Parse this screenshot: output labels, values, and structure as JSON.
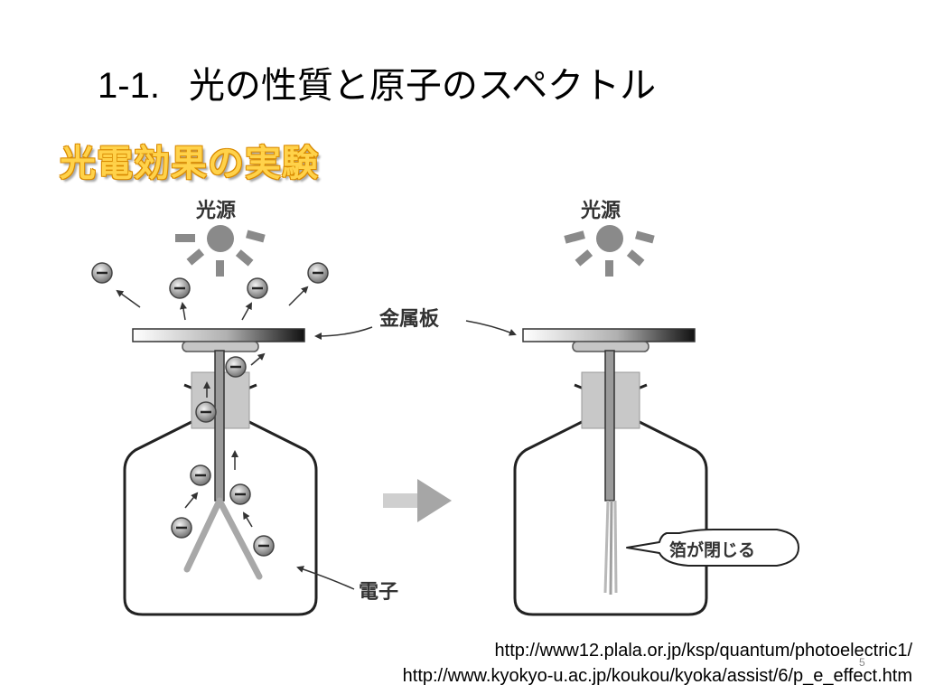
{
  "slide": {
    "title_number": "1-1.",
    "title_text": "光の性質と原子のスペクトル",
    "subtitle": "光電効果の実験",
    "page_number": "5"
  },
  "diagram": {
    "light_source_left": "光源",
    "light_source_right": "光源",
    "metal_plate": "金属板",
    "electron": "電子",
    "foil_closes": "箔が閉じる"
  },
  "references": [
    "http://www12.plala.or.jp/ksp/quantum/photoelectric1/",
    "http://www.kyokyo-u.ac.jp/koukou/kyoka/assist/6/p_e_effect.htm"
  ]
}
